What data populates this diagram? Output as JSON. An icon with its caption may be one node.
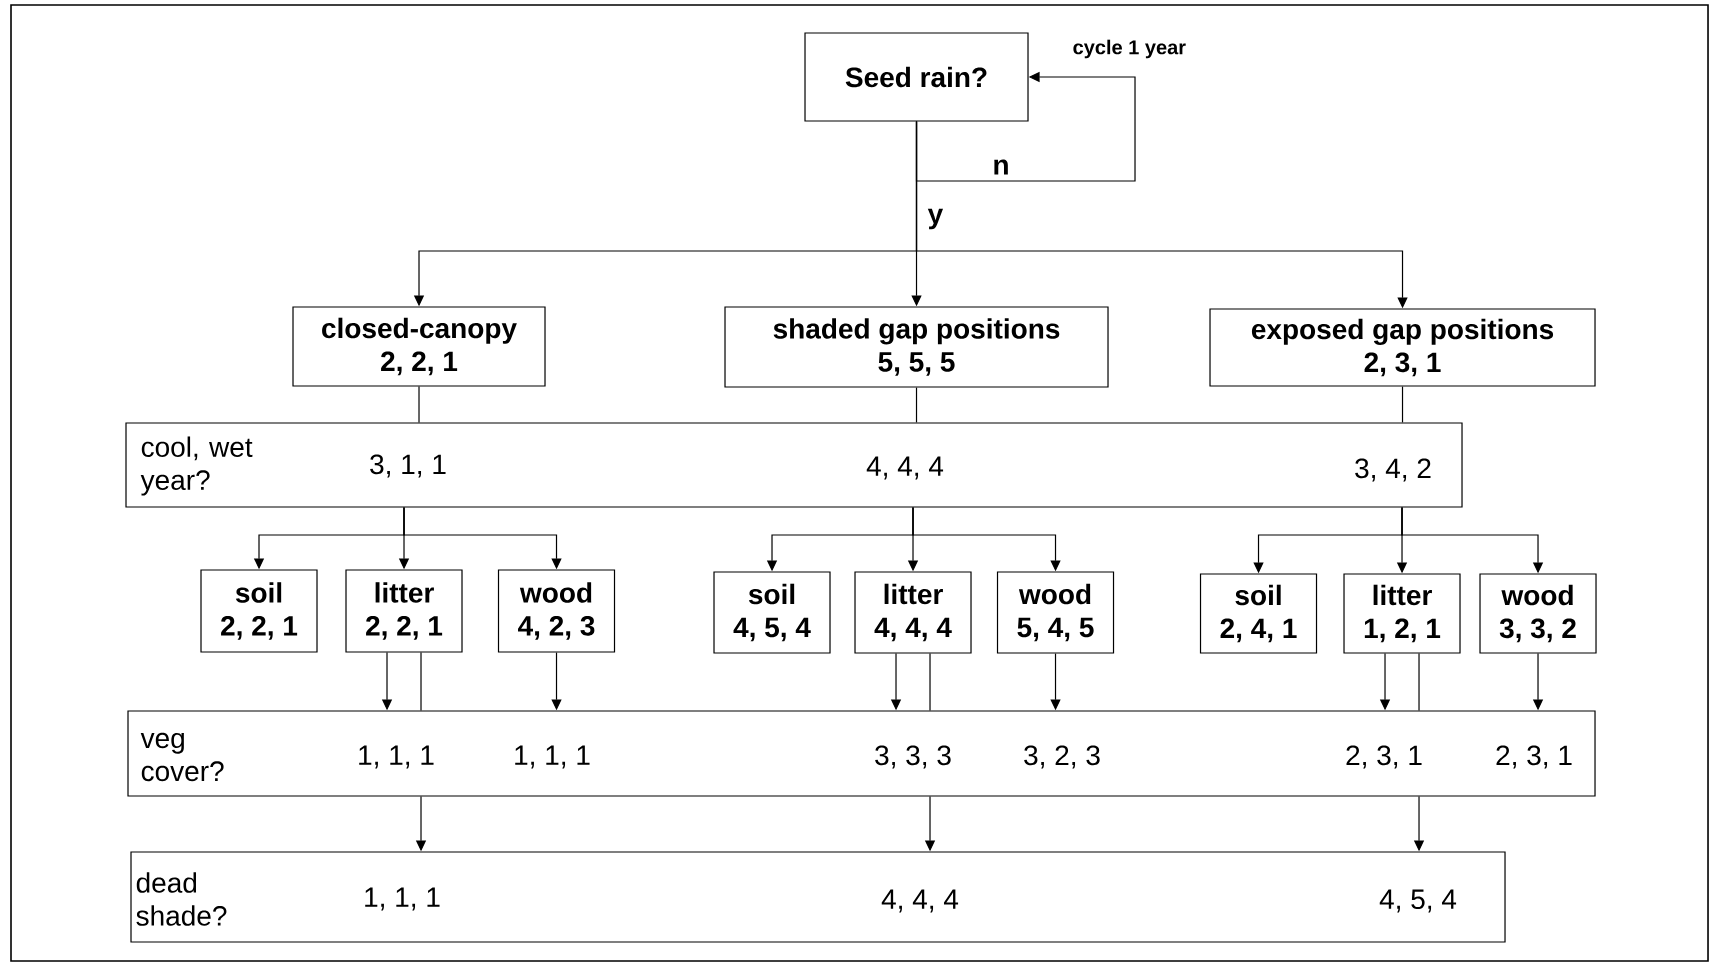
{
  "diagram": {
    "nodes": [
      {
        "text": [
          "Seed rain?"
        ]
      },
      {
        "text": [
          "closed-canopy",
          "2, 2, 1"
        ]
      },
      {
        "text": [
          "shaded gap positions",
          "5, 5, 5"
        ]
      },
      {
        "text": [
          "exposed gap positions",
          "2, 3, 1"
        ]
      },
      {
        "text": [
          "cool, wet year?",
          "3, 1, 1",
          "4, 4, 4",
          "3, 4, 2"
        ]
      },
      {
        "text": [
          "soil",
          "2, 2, 1"
        ]
      },
      {
        "text": [
          "litter",
          "2, 2, 1"
        ]
      },
      {
        "text": [
          "wood",
          "4, 2, 3"
        ]
      },
      {
        "text": [
          "soil",
          "4, 5, 4"
        ]
      },
      {
        "text": [
          "litter",
          "4, 4, 4"
        ]
      },
      {
        "text": [
          "wood",
          "5, 4, 5"
        ]
      },
      {
        "text": [
          "soil",
          "2, 4, 1"
        ]
      },
      {
        "text": [
          "litter",
          "1, 2, 1"
        ]
      },
      {
        "text": [
          "wood",
          "3, 3, 2"
        ]
      },
      {
        "text": [
          "veg cover?",
          "1, 1, 1",
          "1, 1, 1",
          "3, 3, 3",
          "3, 2, 3",
          "2, 3, 1",
          "2, 3, 1"
        ]
      },
      {
        "text": [
          "dead shade?",
          "1, 1, 1",
          "4, 4, 4",
          "4, 5, 4"
        ]
      }
    ],
    "edges": [
      {
        "from": 0,
        "to": 1,
        "arrow": "to"
      },
      {
        "from": 0,
        "to": 2,
        "arrow": "to",
        "label": "y"
      },
      {
        "from": 0,
        "to": 3,
        "arrow": "to"
      },
      {
        "from": 0,
        "to": 0,
        "arrow": "to",
        "label": "n"
      },
      {
        "from": 1,
        "to": 4,
        "arrow": "none"
      },
      {
        "from": 2,
        "to": 4,
        "arrow": "none"
      },
      {
        "from": 3,
        "to": 4,
        "arrow": "none"
      },
      {
        "from": 4,
        "to": 5,
        "arrow": "to"
      },
      {
        "from": 4,
        "to": 6,
        "arrow": "to"
      },
      {
        "from": 4,
        "to": 7,
        "arrow": "to"
      },
      {
        "from": 4,
        "to": 8,
        "arrow": "to"
      },
      {
        "from": 4,
        "to": 9,
        "arrow": "to"
      },
      {
        "from": 4,
        "to": 10,
        "arrow": "to"
      },
      {
        "from": 4,
        "to": 11,
        "arrow": "to"
      },
      {
        "from": 4,
        "to": 12,
        "arrow": "to"
      },
      {
        "from": 4,
        "to": 13,
        "arrow": "to"
      },
      {
        "from": 6,
        "to": 14,
        "arrow": "to"
      },
      {
        "from": 6,
        "to": 14,
        "arrow": "none"
      },
      {
        "from": 7,
        "to": 14,
        "arrow": "to"
      },
      {
        "from": 9,
        "to": 14,
        "arrow": "to"
      },
      {
        "from": 9,
        "to": 14,
        "arrow": "none"
      },
      {
        "from": 10,
        "to": 14,
        "arrow": "to"
      },
      {
        "from": 12,
        "to": 14,
        "arrow": "to"
      },
      {
        "from": 12,
        "to": 14,
        "arrow": "none"
      },
      {
        "from": 13,
        "to": 14,
        "arrow": "to"
      },
      {
        "from": 14,
        "to": 15,
        "arrow": "to"
      },
      {
        "from": 14,
        "to": 15,
        "arrow": "to"
      },
      {
        "from": 14,
        "to": 15,
        "arrow": "to"
      }
    ],
    "labels": [
      "cycle 1 year"
    ]
  }
}
